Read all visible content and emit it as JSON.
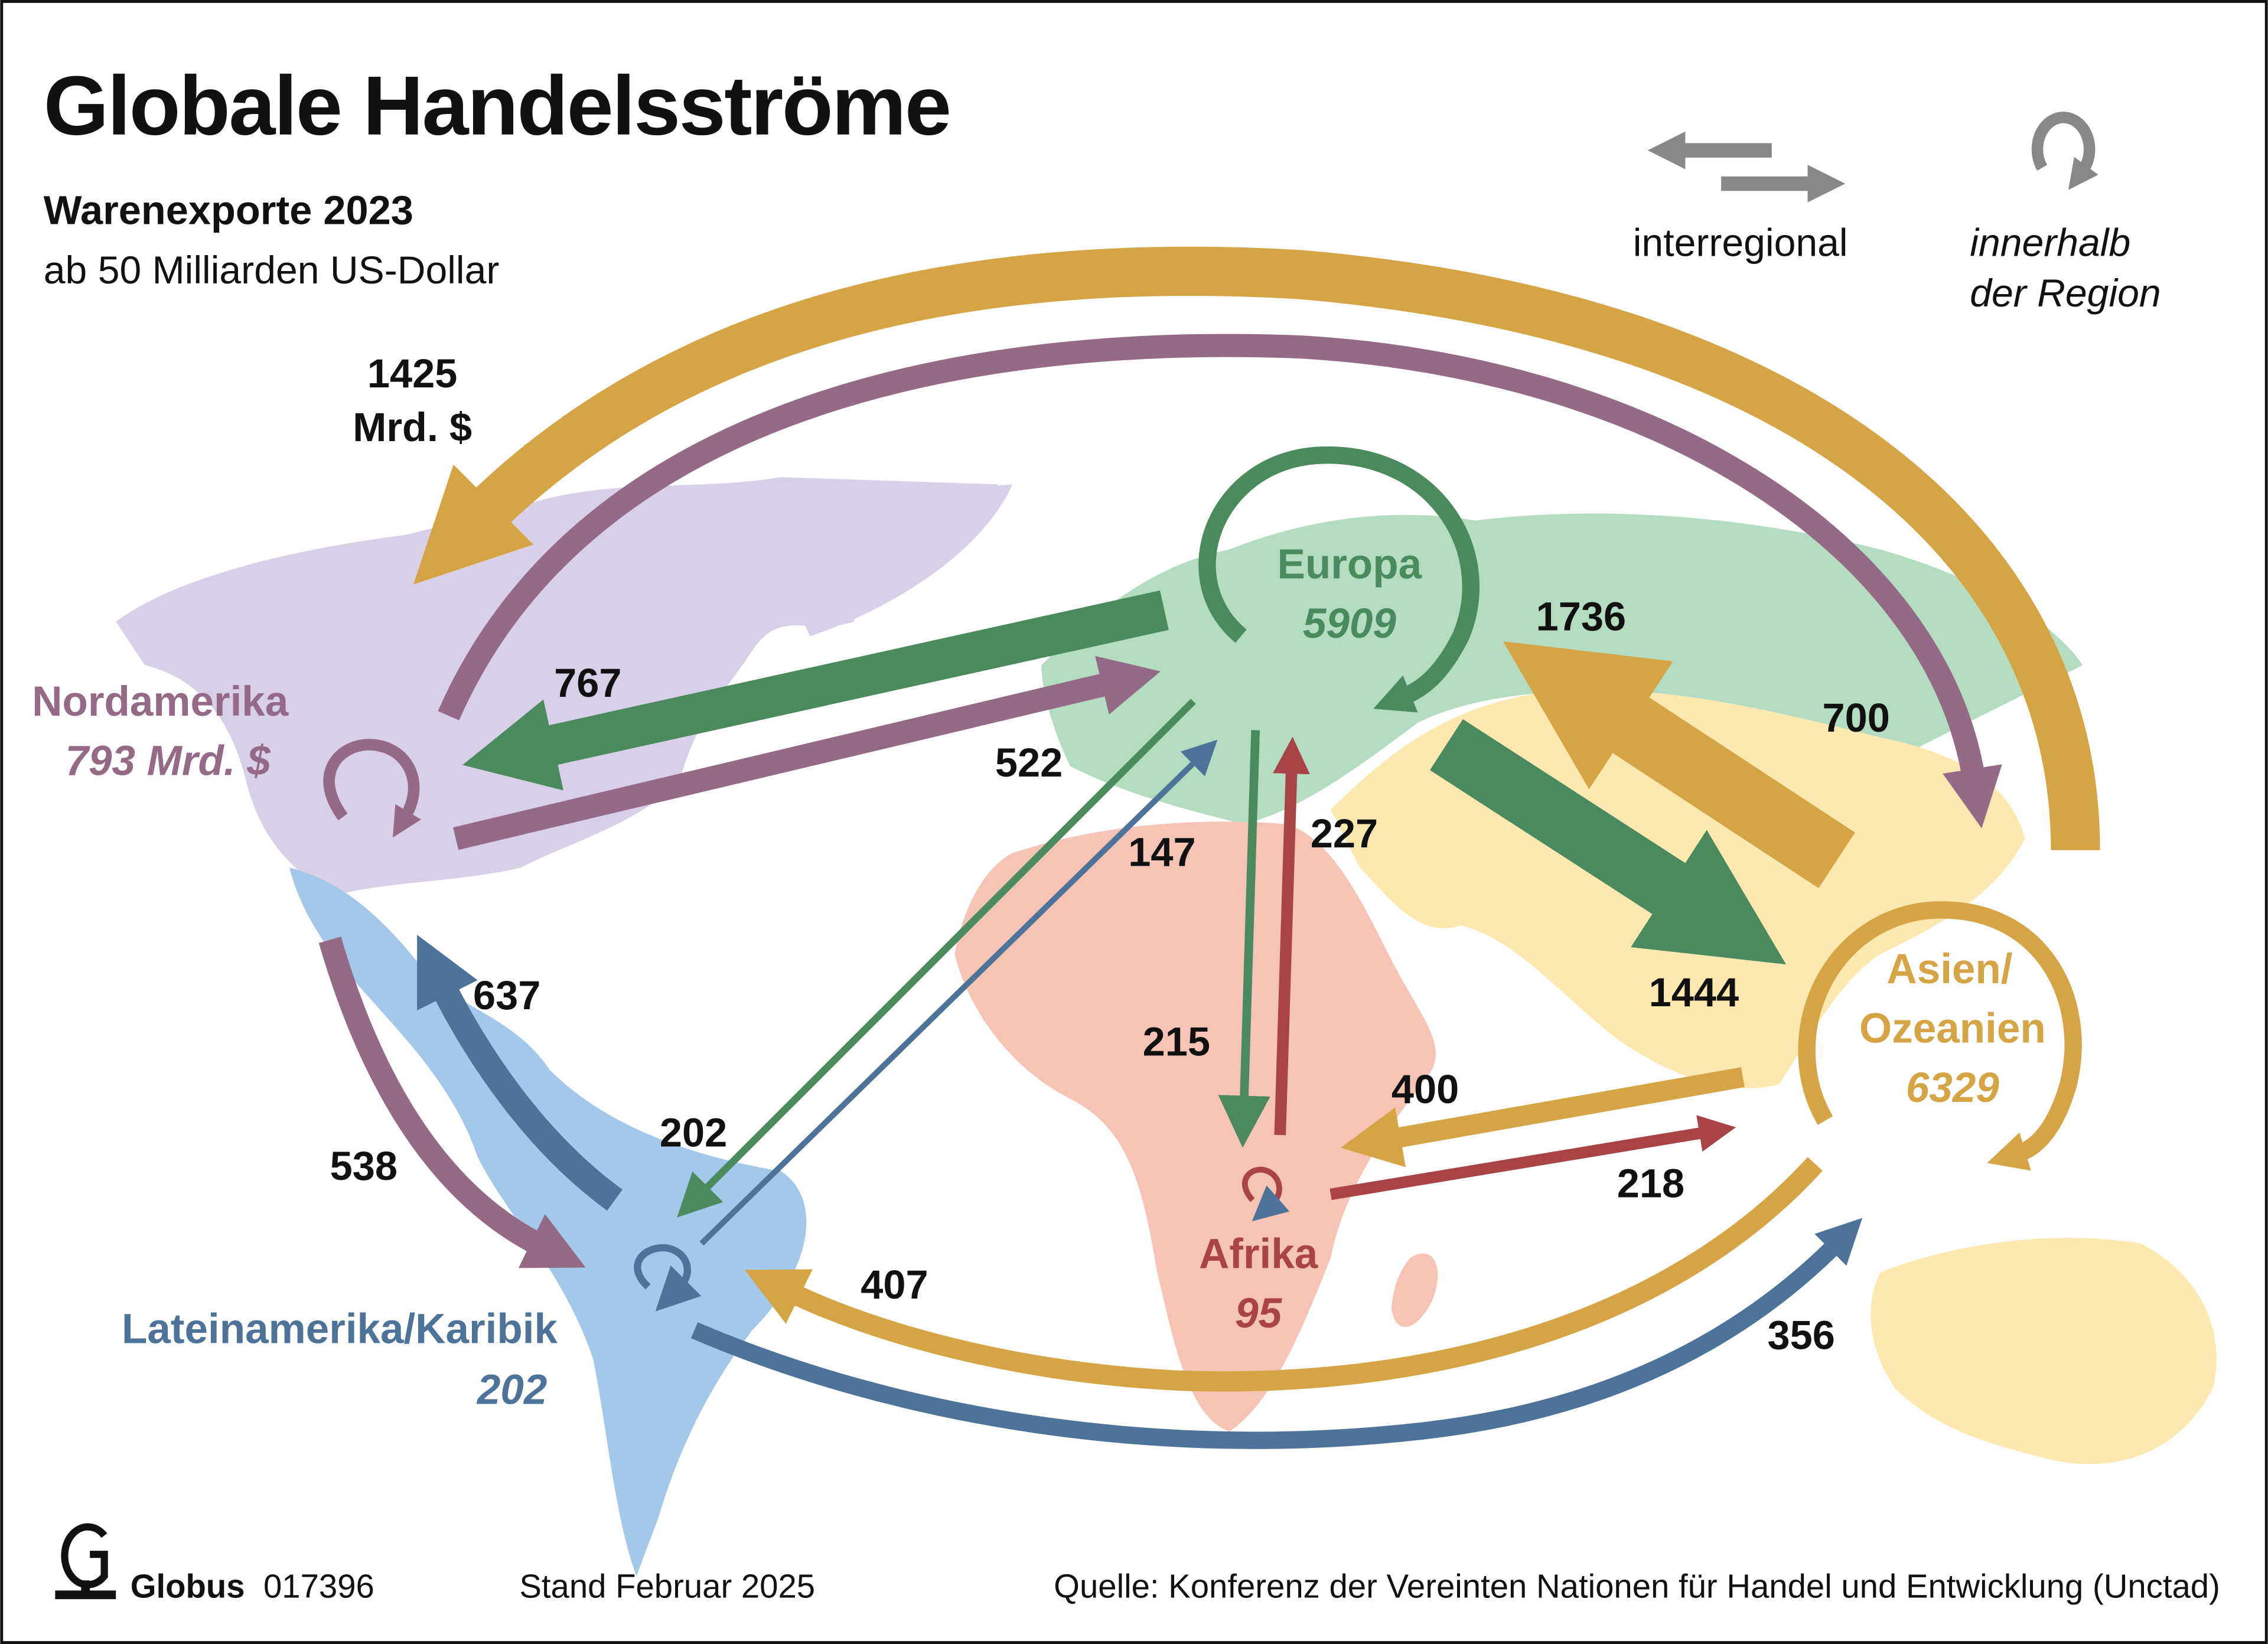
{
  "title": "Globale Handelsströme",
  "subtitle": "Warenexporte 2023",
  "subtitle2": "ab 50 Milliarden US-Dollar",
  "legend": {
    "interregional": "interregional",
    "intra_line1": "innerhalb",
    "intra_line2": "der Region"
  },
  "unit_label": "Mrd. $",
  "colors": {
    "nordamerika": "#946a86",
    "lateinamerika": "#4e7398",
    "europa": "#4a8a5e",
    "afrika": "#a84445",
    "asien": "#d4a445"
  },
  "regions": {
    "nordamerika": {
      "name": "Nordamerika",
      "intra": "793 Mrd. $"
    },
    "lateinamerika": {
      "name": "Lateinamerika/Karibik",
      "intra": "202"
    },
    "europa": {
      "name": "Europa",
      "intra": "5909"
    },
    "afrika": {
      "name": "Afrika",
      "intra": "95"
    },
    "asien": {
      "name_line1": "Asien/",
      "name_line2": "Ozeanien",
      "intra": "6329"
    }
  },
  "flows": [
    {
      "from": "Asien/Ozeanien",
      "to": "Nordamerika",
      "value": "1425"
    },
    {
      "from": "Nordamerika",
      "to": "Asien/Ozeanien",
      "value": "700"
    },
    {
      "from": "Europa",
      "to": "Nordamerika",
      "value": "767"
    },
    {
      "from": "Nordamerika",
      "to": "Europa",
      "value": "522"
    },
    {
      "from": "Europa",
      "to": "Lateinamerika/Karibik",
      "value": "202"
    },
    {
      "from": "Lateinamerika/Karibik",
      "to": "Europa",
      "value": "147"
    },
    {
      "from": "Europa",
      "to": "Afrika",
      "value": "215"
    },
    {
      "from": "Afrika",
      "to": "Europa",
      "value": "227"
    },
    {
      "from": "Europa",
      "to": "Asien/Ozeanien",
      "value": "1444"
    },
    {
      "from": "Asien/Ozeanien",
      "to": "Europa",
      "value": "1736"
    },
    {
      "from": "Asien/Ozeanien",
      "to": "Afrika",
      "value": "400"
    },
    {
      "from": "Afrika",
      "to": "Asien/Ozeanien",
      "value": "218"
    },
    {
      "from": "Asien/Ozeanien",
      "to": "Lateinamerika/Karibik",
      "value": "407"
    },
    {
      "from": "Lateinamerika/Karibik",
      "to": "Asien/Ozeanien",
      "value": "356"
    },
    {
      "from": "Nordamerika",
      "to": "Lateinamerika/Karibik",
      "value": "538"
    },
    {
      "from": "Lateinamerika/Karibik",
      "to": "Nordamerika",
      "value": "637"
    }
  ],
  "footer": {
    "brand": "Globus",
    "id": "017396",
    "date": "Stand Februar 2025",
    "source": "Quelle: Konferenz der Vereinten Nationen für Handel und Entwicklung (Unctad)"
  }
}
